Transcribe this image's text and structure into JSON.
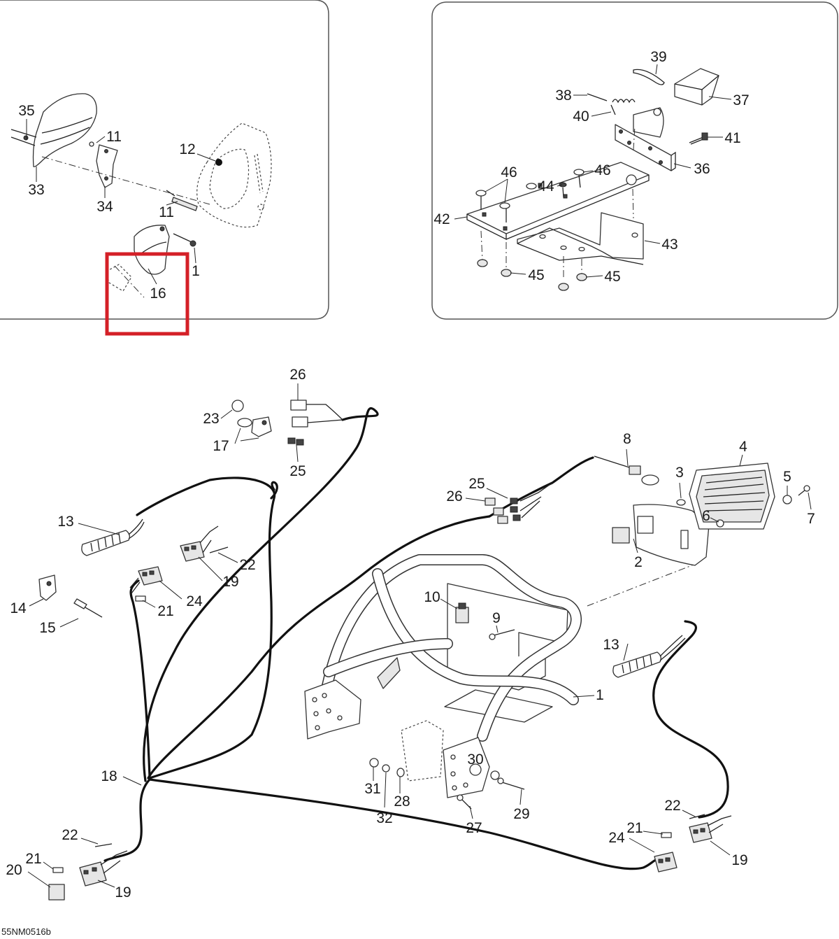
{
  "diagram_code": "55NM0516b",
  "highlight_color": "#d42027",
  "labels": {
    "p1": "1",
    "p2": "2",
    "p3": "3",
    "p4": "4",
    "p5": "5",
    "p6": "6",
    "p7": "7",
    "p8": "8",
    "p9": "9",
    "p10": "10",
    "p11": "11",
    "p12": "12",
    "p13": "13",
    "p14": "14",
    "p15": "15",
    "p16": "16",
    "p17": "17",
    "p18": "18",
    "p19": "19",
    "p20": "20",
    "p21": "21",
    "p22": "22",
    "p23": "23",
    "p24": "24",
    "p25": "25",
    "p26": "26",
    "p27": "27",
    "p28": "28",
    "p29": "29",
    "p30": "30",
    "p31": "31",
    "p32": "32",
    "p33": "33",
    "p34": "34",
    "p35": "35",
    "p36": "36",
    "p37": "37",
    "p38": "38",
    "p39": "39",
    "p40": "40",
    "p41": "41",
    "p42": "42",
    "p43": "43",
    "p44": "44",
    "p45": "45",
    "p46": "46"
  }
}
